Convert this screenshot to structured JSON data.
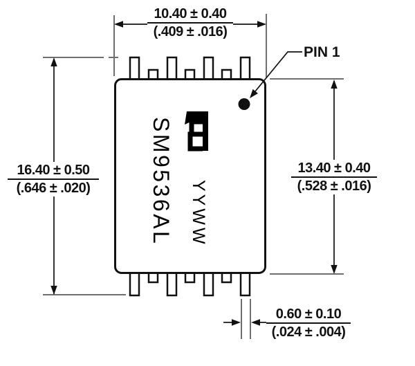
{
  "package": {
    "part_number": "SM9536AL",
    "date_code": "YYWW",
    "pin1_label": "PIN 1",
    "logo": "bourns-b-logo"
  },
  "dimensions": {
    "body_width_top": {
      "mm": "10.40 ± 0.40",
      "inch": "(.409 ± .016)"
    },
    "overall_height_left": {
      "mm": "16.40 ± 0.50",
      "inch": "(.646 ± .020)"
    },
    "body_height_right": {
      "mm": "13.40 ± 0.40",
      "inch": "(.528 ± .016)"
    },
    "lead_width_bottom": {
      "mm": "0.60 ± 0.10",
      "inch": "(.024 ± .004)"
    }
  },
  "colors": {
    "outline": "#111111",
    "dimension_line": "#111111",
    "extension_line": "#6e6e6e",
    "background": "#ffffff",
    "marking": "#000000"
  }
}
